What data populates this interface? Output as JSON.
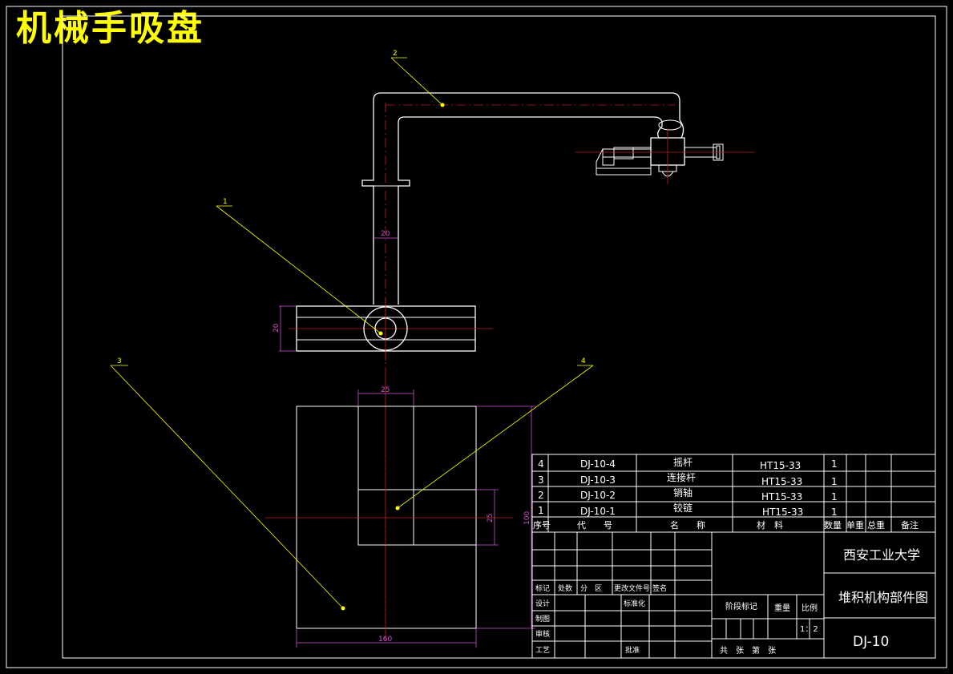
{
  "title": "机械手吸盘",
  "balloons": [
    "1",
    "2",
    "3",
    "4"
  ],
  "dimensions": {
    "shaft_width": "20",
    "base_height": "20",
    "block_width": "25",
    "block_height": "25",
    "plate_height": "100",
    "plate_width": "160"
  },
  "parts_list": [
    {
      "no": "4",
      "code": "DJ-10-4",
      "name": "摇杆",
      "material": "HT15-33",
      "qty": "1"
    },
    {
      "no": "3",
      "code": "DJ-10-3",
      "name": "连接杆",
      "material": "HT15-33",
      "qty": "1"
    },
    {
      "no": "2",
      "code": "DJ-10-2",
      "name": "销轴",
      "material": "HT15-33",
      "qty": "1"
    },
    {
      "no": "1",
      "code": "DJ-10-1",
      "name": "铰链",
      "material": "HT15-33",
      "qty": "1"
    }
  ],
  "parts_header": {
    "no": "序号",
    "code": "代　　号",
    "name": "名　　称",
    "material": "材　料",
    "qty": "数量",
    "unit_weight": "单重",
    "total_weight": "总重",
    "remarks": "备注"
  },
  "title_block": {
    "school": "西安工业大学",
    "drawing_name": "堆积机构部件图",
    "drawing_no": "DJ-10",
    "rev_mark": "标记",
    "rev_count": "处数",
    "rev_zone": "分　区",
    "rev_doc": "更改文件号",
    "rev_sign": "签名",
    "designer": "设计",
    "standardize": "标准化",
    "drafter": "制图",
    "checker": "审核",
    "process": "工艺",
    "approve": "批准",
    "stage_mark": "阶段标记",
    "weight": "重量",
    "scale_label": "比例",
    "scale_value": "1：2",
    "sheets": "共　张　第　张"
  }
}
